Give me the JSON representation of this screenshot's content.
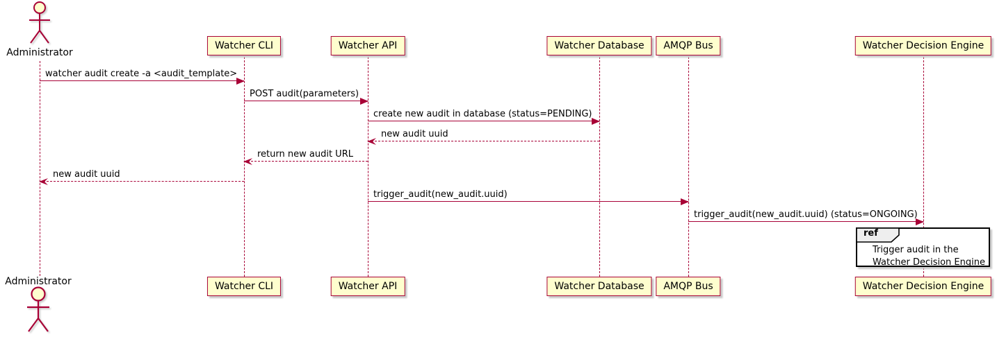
{
  "diagram": {
    "type": "uml-sequence",
    "actor": {
      "name": "Administrator"
    },
    "participants": [
      {
        "label": "Watcher CLI"
      },
      {
        "label": "Watcher API"
      },
      {
        "label": "Watcher Database"
      },
      {
        "label": "AMQP Bus"
      },
      {
        "label": "Watcher Decision Engine"
      }
    ],
    "messages": [
      {
        "label": "watcher audit create -a <audit_template>",
        "from": "Administrator",
        "to": "Watcher CLI",
        "line": "solid"
      },
      {
        "label": "POST audit(parameters)",
        "from": "Watcher CLI",
        "to": "Watcher API",
        "line": "solid"
      },
      {
        "label": "create new audit in database (status=PENDING)",
        "from": "Watcher API",
        "to": "Watcher Database",
        "line": "solid"
      },
      {
        "label": "new audit uuid",
        "from": "Watcher Database",
        "to": "Watcher API",
        "line": "dashed"
      },
      {
        "label": "return new audit URL",
        "from": "Watcher API",
        "to": "Watcher CLI",
        "line": "dashed"
      },
      {
        "label": "new audit uuid",
        "from": "Watcher CLI",
        "to": "Administrator",
        "line": "dashed"
      },
      {
        "label": "trigger_audit(new_audit.uuid)",
        "from": "Watcher API",
        "to": "AMQP Bus",
        "line": "solid"
      },
      {
        "label": "trigger_audit(new_audit.uuid) (status=ONGOING)",
        "from": "AMQP Bus",
        "to": "Watcher Decision Engine",
        "line": "solid"
      }
    ],
    "ref": {
      "keyword": "ref",
      "lines": [
        "Trigger audit in the",
        "Watcher Decision Engine"
      ]
    },
    "colors": {
      "stroke": "#A80036",
      "participant_fill": "#FEFECE",
      "ref_header_fill": "#EEEEEE",
      "ref_border": "#000000",
      "text": "#000000"
    }
  }
}
